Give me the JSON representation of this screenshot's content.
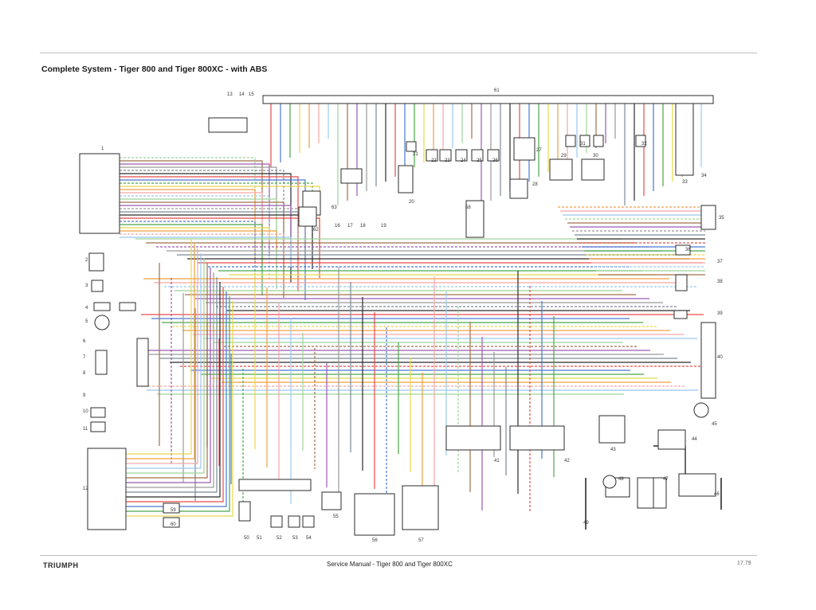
{
  "header": {
    "title": "Complete System - Tiger 800 and Tiger 800XC - with ABS"
  },
  "footer": {
    "brand": "TRIUMPH",
    "center_text": "Service Manual - Tiger 800 and Tiger 800XC",
    "page_number": "17.79"
  },
  "colors": {
    "black": "#2b2b2b",
    "red": "#e84a4a",
    "pink": "#f4a6a6",
    "blue": "#4a78d0",
    "lightblue": "#9cc8ec",
    "green": "#4aa84a",
    "lightgreen": "#9ed49a",
    "yellow": "#e8d84a",
    "orange": "#f0a040",
    "brown": "#a0704a",
    "purple": "#9a5ab0",
    "grey": "#9a9a9a",
    "slate": "#7a8898"
  },
  "components": [
    {
      "id": "c1",
      "label": "1"
    },
    {
      "id": "c2",
      "label": "2"
    },
    {
      "id": "c3",
      "label": "3"
    },
    {
      "id": "c4",
      "label": "4"
    },
    {
      "id": "c5",
      "label": "5"
    },
    {
      "id": "c6",
      "label": "6"
    },
    {
      "id": "c7",
      "label": "7"
    },
    {
      "id": "c8",
      "label": "8"
    },
    {
      "id": "c9",
      "label": "9"
    },
    {
      "id": "c10",
      "label": "10"
    },
    {
      "id": "c11",
      "label": "11"
    },
    {
      "id": "c12",
      "label": "12"
    },
    {
      "id": "c13",
      "label": "13"
    },
    {
      "id": "c14",
      "label": "14"
    },
    {
      "id": "c15",
      "label": "15"
    },
    {
      "id": "c16",
      "label": "16"
    },
    {
      "id": "c17",
      "label": "17"
    },
    {
      "id": "c18",
      "label": "18"
    },
    {
      "id": "c19",
      "label": "19"
    },
    {
      "id": "c20",
      "label": "20"
    },
    {
      "id": "c21",
      "label": "21"
    },
    {
      "id": "c22",
      "label": "22"
    },
    {
      "id": "c23",
      "label": "23"
    },
    {
      "id": "c24",
      "label": "24"
    },
    {
      "id": "c25",
      "label": "25"
    },
    {
      "id": "c26",
      "label": "26"
    },
    {
      "id": "c27",
      "label": "27"
    },
    {
      "id": "c28",
      "label": "28"
    },
    {
      "id": "c29",
      "label": "29"
    },
    {
      "id": "c30",
      "label": "30"
    },
    {
      "id": "c31",
      "label": "31"
    },
    {
      "id": "c32",
      "label": "32"
    },
    {
      "id": "c33",
      "label": "33"
    },
    {
      "id": "c34",
      "label": "34"
    },
    {
      "id": "c35",
      "label": "35"
    },
    {
      "id": "c36",
      "label": "36"
    },
    {
      "id": "c37",
      "label": "37"
    },
    {
      "id": "c38",
      "label": "38"
    },
    {
      "id": "c39",
      "label": "39"
    },
    {
      "id": "c40",
      "label": "40"
    },
    {
      "id": "c41",
      "label": "41"
    },
    {
      "id": "c42",
      "label": "42"
    },
    {
      "id": "c43",
      "label": "43"
    },
    {
      "id": "c44",
      "label": "44"
    },
    {
      "id": "c45",
      "label": "45"
    },
    {
      "id": "c46",
      "label": "46"
    },
    {
      "id": "c47",
      "label": "47"
    },
    {
      "id": "c48",
      "label": "48"
    },
    {
      "id": "c49",
      "label": "49"
    },
    {
      "id": "c50",
      "label": "50"
    },
    {
      "id": "c51",
      "label": "51"
    },
    {
      "id": "c52",
      "label": "52"
    },
    {
      "id": "c53",
      "label": "53"
    },
    {
      "id": "c54",
      "label": "54"
    },
    {
      "id": "c55",
      "label": "55"
    },
    {
      "id": "c56",
      "label": "56"
    },
    {
      "id": "c57",
      "label": "57"
    },
    {
      "id": "c58",
      "label": "58"
    },
    {
      "id": "c59",
      "label": "59"
    },
    {
      "id": "c60",
      "label": "60"
    },
    {
      "id": "c61",
      "label": "61"
    },
    {
      "id": "c62",
      "label": "62"
    },
    {
      "id": "c63",
      "label": "63"
    }
  ]
}
